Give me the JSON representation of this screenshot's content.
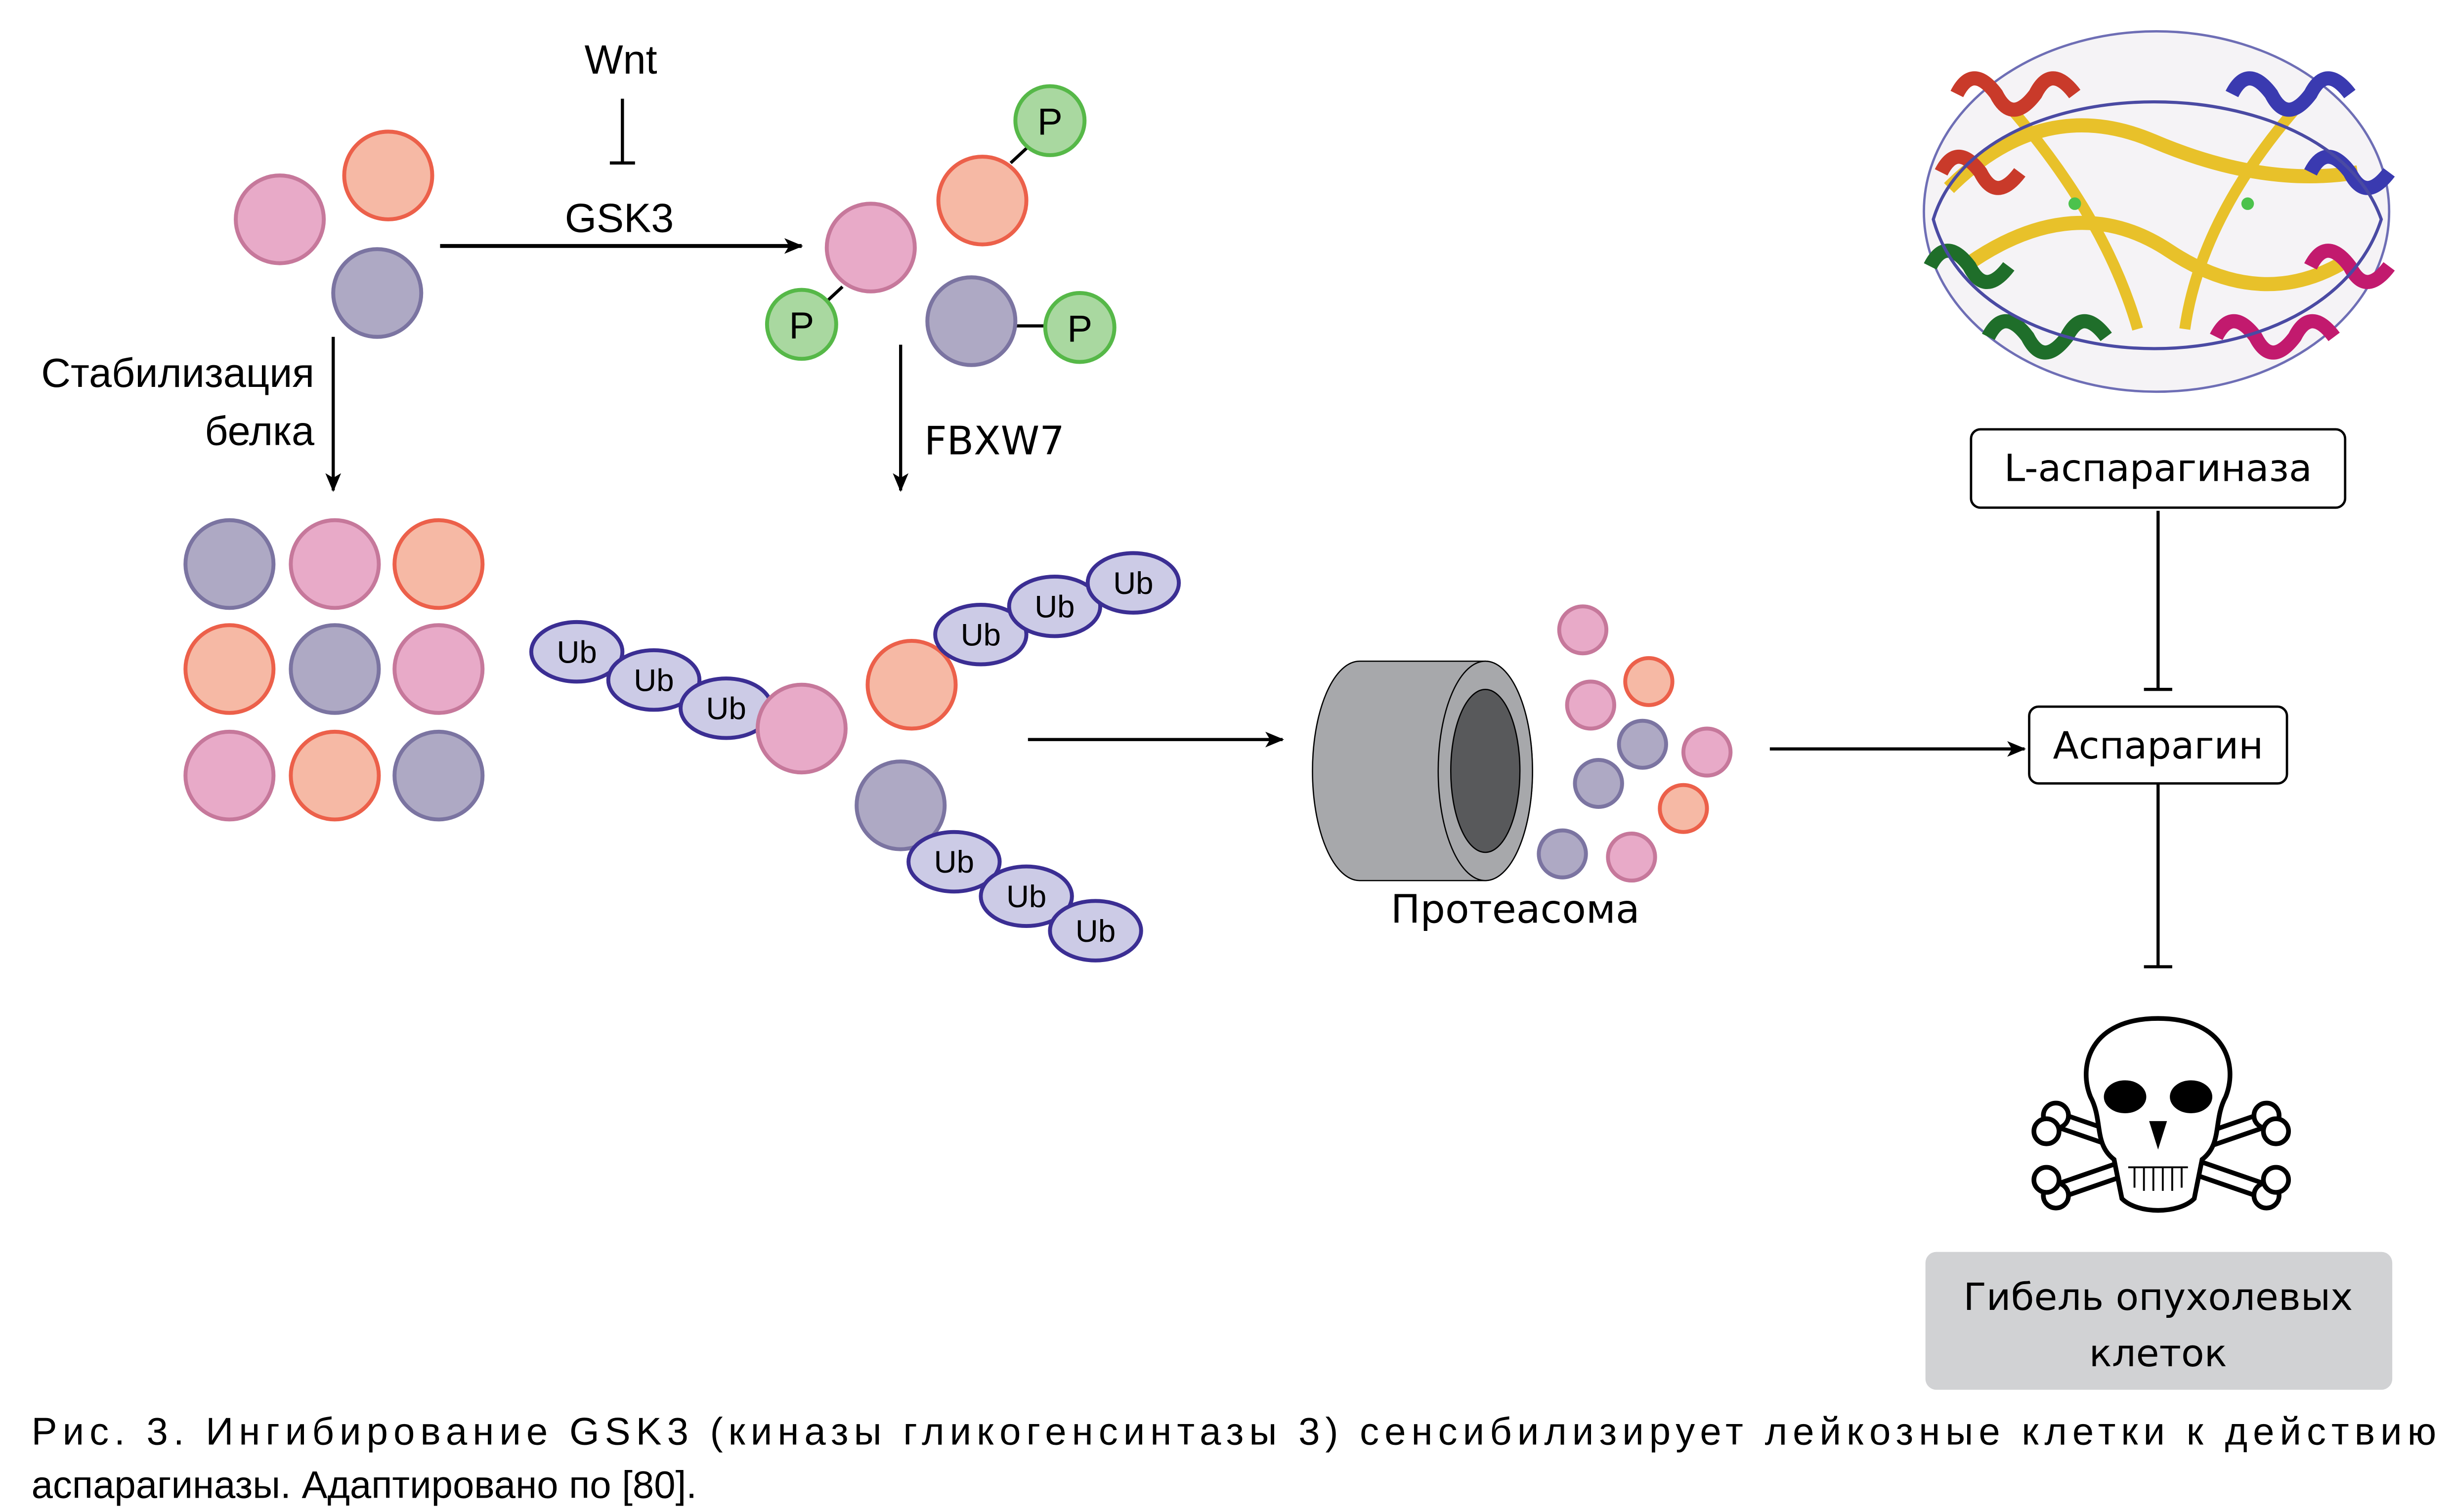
{
  "colors": {
    "pink_fill": "#e8aac8",
    "pink_stroke": "#c6789b",
    "salmon_fill": "#f6b9a5",
    "salmon_stroke": "#ec604a",
    "violet_fill": "#aea9c4",
    "violet_stroke": "#7b74a1",
    "phospho_fill": "#a9d8a0",
    "phospho_stroke": "#56b848",
    "ub_fill": "#cccbe6",
    "ub_stroke": "#3b2e93",
    "proteasome_body": "#a7a8ab",
    "proteasome_inner": "#58595b",
    "death_box": "#d1d2d4"
  },
  "labels": {
    "wnt": "Wnt",
    "gsk3": "GSK3",
    "stabilization_line1": "Стабилизация",
    "stabilization_line2": "белка",
    "fbxw7": "FBXW7",
    "phospho": "P",
    "ubiquitin": "Ub",
    "proteasome": "Протеасома",
    "asparaginase": "L-аспарагиназа",
    "asparagine": "Аспарагин",
    "cell_death_line1": "Гибель опухолевых",
    "cell_death_line2": "клеток"
  },
  "caption": {
    "line1": "Рис. 3. Ингибирование GSK3 (киназы гликогенсинтазы 3) сенсибилизирует лейкозные клетки к действию",
    "line2": "аспарагиназы. Адаптировано по [80]."
  },
  "icons": {
    "protein_structure": "asparaginase-protein-ribbon-image",
    "skull": "skull-and-crossbones-icon"
  }
}
